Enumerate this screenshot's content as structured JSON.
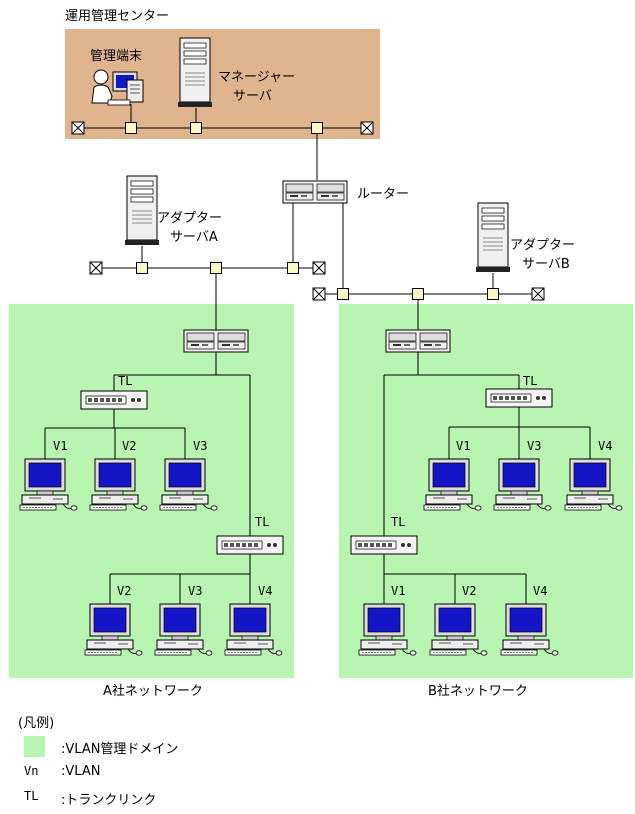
{
  "title": "運用管理センター",
  "center": {
    "admin_terminal": "管理端末",
    "manager_server_line1": "マネージャー",
    "manager_server_line2": "サーバ"
  },
  "router_label": "ルーター",
  "adapter_a": {
    "line1": "アダプター",
    "line2": "サーバA"
  },
  "adapter_b": {
    "line1": "アダプター",
    "line2": "サーバB"
  },
  "network_a": {
    "name": "A社ネットワーク",
    "trunk1": "TL",
    "trunk2": "TL",
    "pcs_top": [
      "V1",
      "V2",
      "V3"
    ],
    "pcs_bottom": [
      "V2",
      "V3",
      "V4"
    ]
  },
  "network_b": {
    "name": "B社ネットワーク",
    "trunk1": "TL",
    "trunk2": "TL",
    "pcs_top": [
      "V1",
      "V3",
      "V4"
    ],
    "pcs_bottom": [
      "V1",
      "V2",
      "V4"
    ]
  },
  "legend": {
    "heading": "(凡例)",
    "domain_label": ":VLAN管理ドメイン",
    "vn_symbol": "Vn",
    "vn_label": ":VLAN",
    "tl_symbol": "TL",
    "tl_label": ":トランクリンク"
  },
  "colors": {
    "center_bg": "#e0b48c",
    "domain_bg": "#b8f5b0",
    "monitor_screen": "#1515c8",
    "node_fill": "#fafac0"
  }
}
